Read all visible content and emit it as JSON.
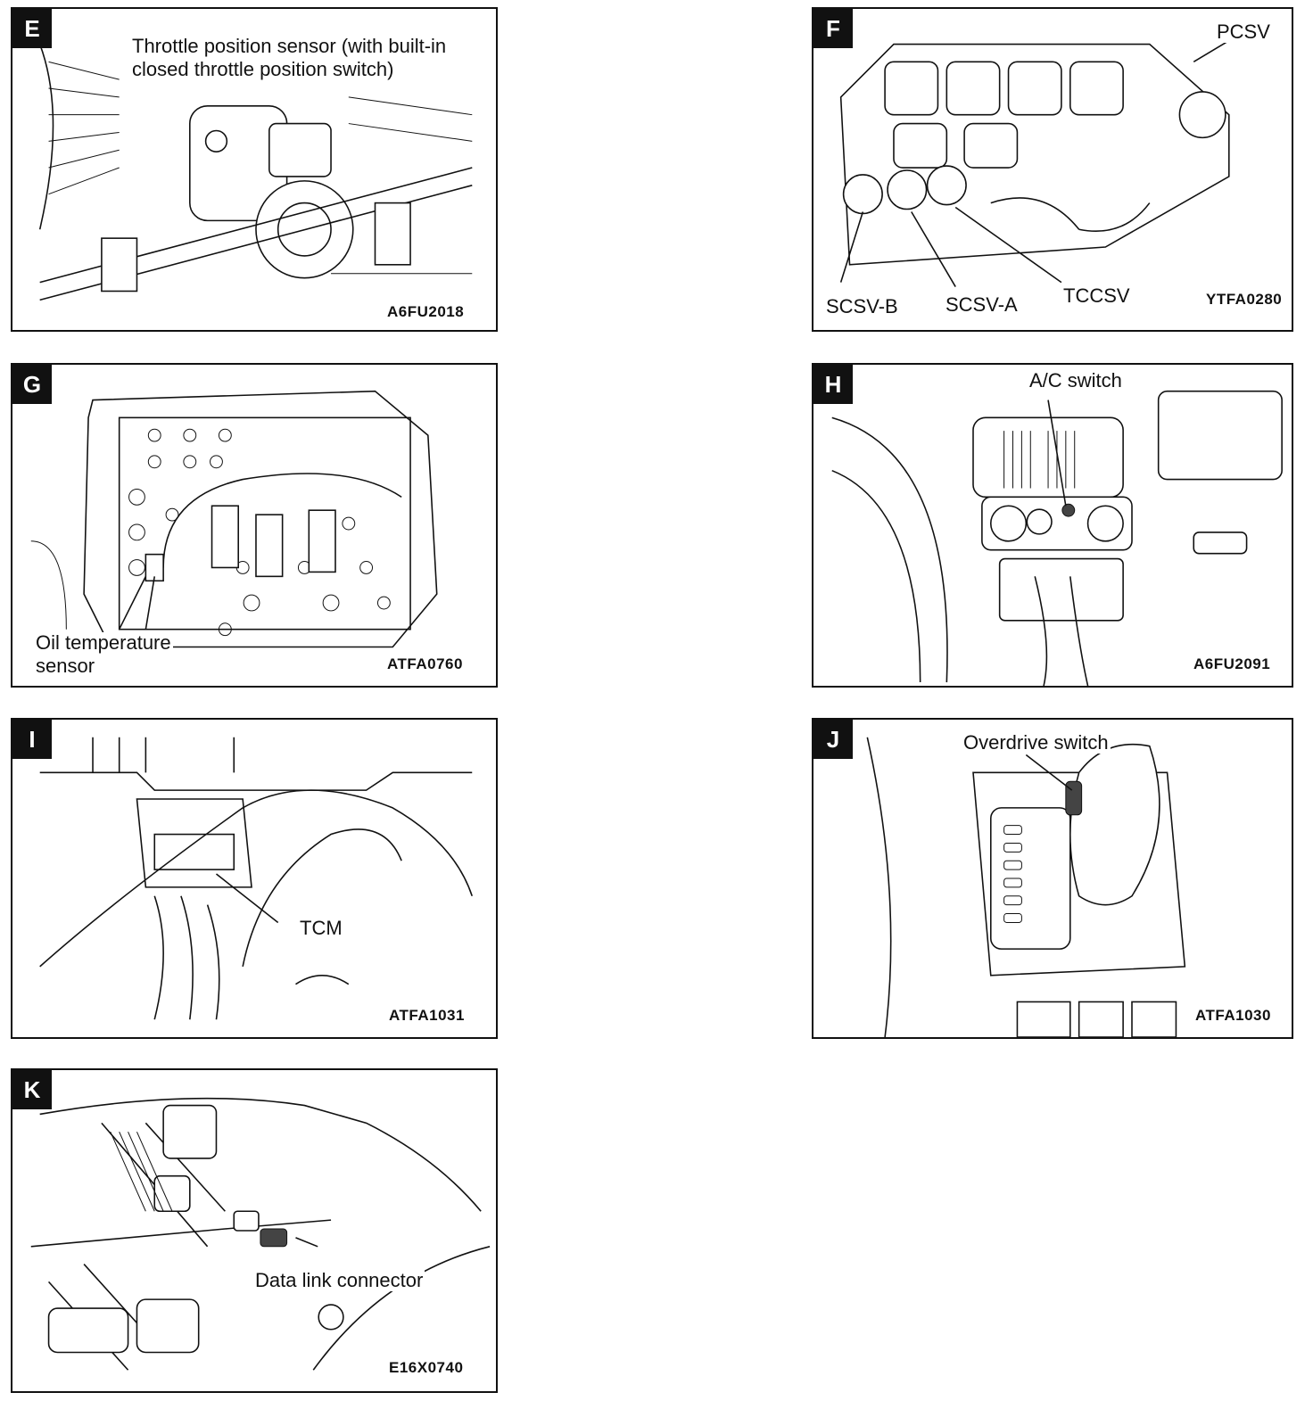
{
  "panels": {
    "E": {
      "badge": "E",
      "label_line1": "Throttle position sensor (with built-in",
      "label_line2": "closed throttle position switch)",
      "code": "A6FU2018"
    },
    "F": {
      "badge": "F",
      "labels": {
        "pcsv": "PCSV",
        "scsvb": "SCSV-B",
        "scsva": "SCSV-A",
        "tccsv": "TCCSV"
      },
      "code": "YTFA0280"
    },
    "G": {
      "badge": "G",
      "label_line1": "Oil temperature",
      "label_line2": "sensor",
      "code": "ATFA0760"
    },
    "H": {
      "badge": "H",
      "label": "A/C switch",
      "code": "A6FU2091"
    },
    "I": {
      "badge": "I",
      "label": "TCM",
      "code": "ATFA1031"
    },
    "J": {
      "badge": "J",
      "label": "Overdrive switch",
      "code": "ATFA1030"
    },
    "K": {
      "badge": "K",
      "label": "Data link connector",
      "code": "E16X0740"
    }
  }
}
